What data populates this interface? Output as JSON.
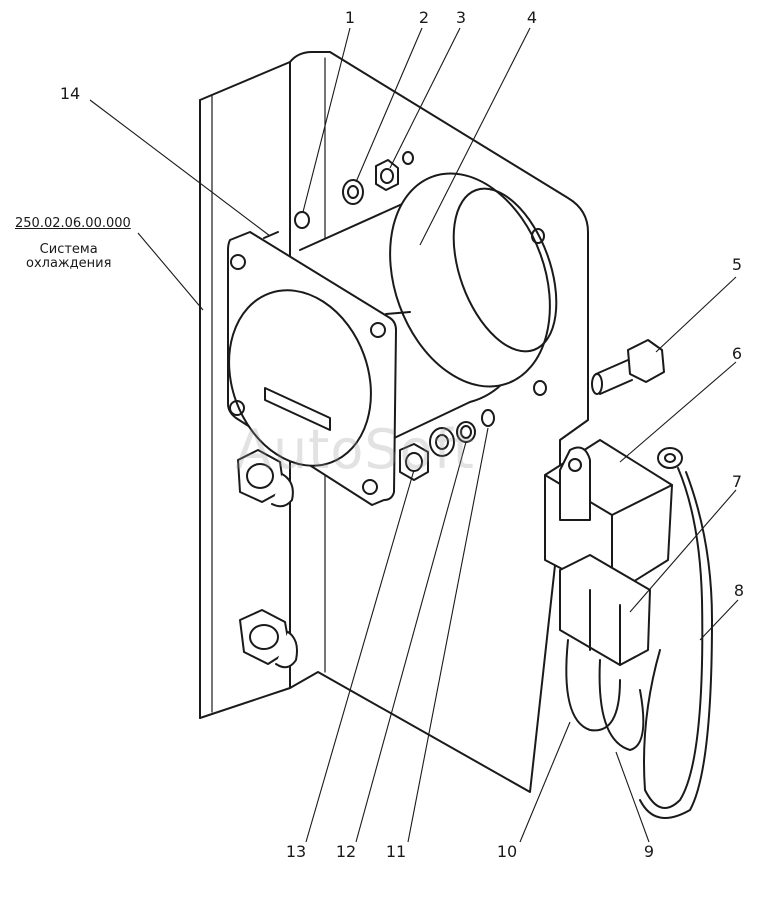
{
  "document": {
    "reference_code": "250.02.06.00.000",
    "reference_name_line1": "Система",
    "reference_name_line2": "охлаждения",
    "watermark": "AutoSoft"
  },
  "callouts": [
    {
      "number": "1"
    },
    {
      "number": "2"
    },
    {
      "number": "3"
    },
    {
      "number": "4"
    },
    {
      "number": "5"
    },
    {
      "number": "6"
    },
    {
      "number": "7"
    },
    {
      "number": "8"
    },
    {
      "number": "9"
    },
    {
      "number": "10"
    },
    {
      "number": "11"
    },
    {
      "number": "12"
    },
    {
      "number": "13"
    },
    {
      "number": "14"
    }
  ]
}
